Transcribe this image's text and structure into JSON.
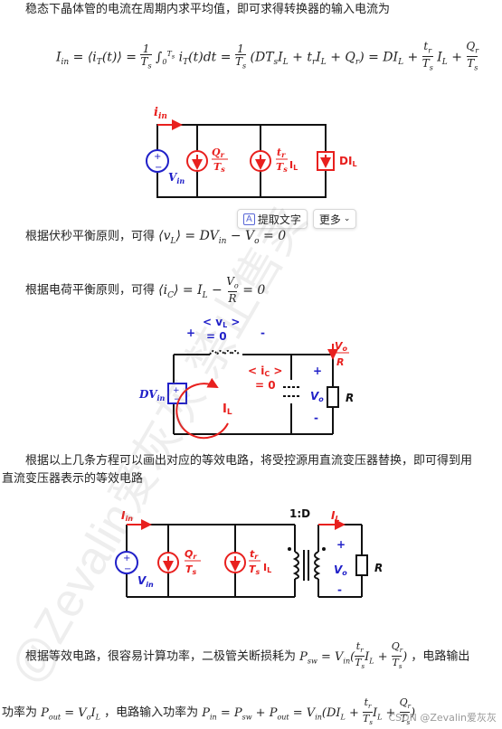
{
  "intro_text": "稳态下晶体管的电流在周期内求平均值，即可求得转换器的输入电流为",
  "popup": {
    "extract_label": "提取文字",
    "more_label": "更多"
  },
  "para_volt": "根据伏秒平衡原则，可得",
  "para_charge": "根据电荷平衡原则，可得",
  "para_equiv_1": "根据以上几条方程可以画出对应的等效电路，将受控源用直流变压器替换，即可得到用",
  "para_equiv_2": "直流变压器表示的等效电路",
  "para_power_1": "根据等效电路，很容易计算功率，二极管关断损耗为",
  "para_power_1_tail": "，电路输出",
  "para_power_2": "功率为",
  "para_power_2_mid": "，电路输入功率为",
  "footer": "CSDN @Zevalin爱灰灰",
  "watermark": "@Zevalin爱灰灰  禁止售卖",
  "colors": {
    "red": "#e8201e",
    "blue": "#2020c8",
    "black": "#111111"
  }
}
